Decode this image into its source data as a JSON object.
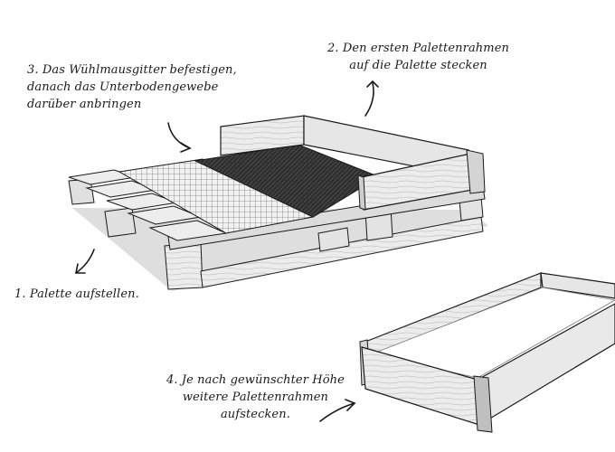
{
  "steps": [
    {
      "id": "step1",
      "lines": [
        "1. Palette aufstellen."
      ]
    },
    {
      "id": "step2",
      "lines": [
        "2. Den ersten Palettenrahmen",
        "auf die Palette stecken"
      ]
    },
    {
      "id": "step3",
      "lines": [
        "3. Das Wühlmausgitter befestigen,",
        "danach das Unterbodengewebe",
        "darüber anbringen"
      ]
    },
    {
      "id": "step4",
      "lines": [
        "4. Je nach gewünschter Höhe",
        "weitere Palettenrahmen",
        "aufstecken."
      ]
    }
  ],
  "colors": {
    "ink": "#1a1a1a",
    "wood": "#e9e9e9",
    "wood_shade": "#cfcfcf",
    "fabric": "#2b2b2b",
    "mesh": "#9a9a9a",
    "paper": "#ffffff"
  }
}
